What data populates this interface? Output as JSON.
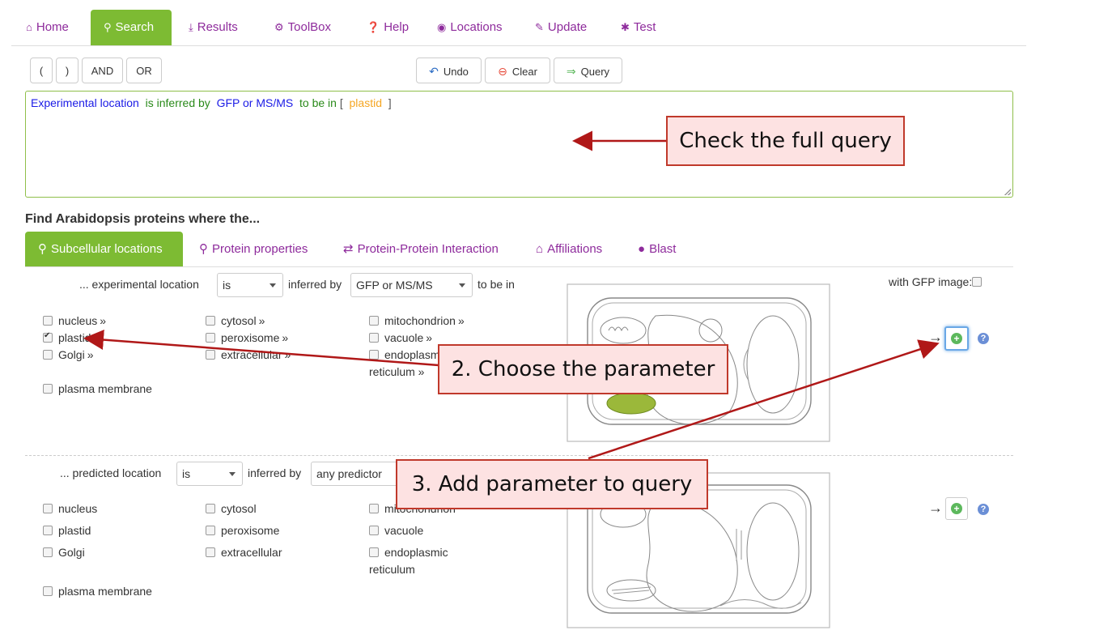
{
  "nav": [
    {
      "label": "Home",
      "icon": "home-icon",
      "glyph": "⌂"
    },
    {
      "label": "Search",
      "icon": "search-icon",
      "glyph": "⚲",
      "active": true
    },
    {
      "label": "Results",
      "icon": "download-icon",
      "glyph": "⤓"
    },
    {
      "label": "ToolBox",
      "icon": "gears-icon",
      "glyph": "⚙"
    },
    {
      "label": "Help",
      "icon": "question-icon",
      "glyph": "❓"
    },
    {
      "label": "Locations",
      "icon": "globe-icon",
      "glyph": "◉"
    },
    {
      "label": "Update",
      "icon": "pencil-icon",
      "glyph": "✎"
    },
    {
      "label": "Test",
      "icon": "bug-icon",
      "glyph": "✱"
    }
  ],
  "toolbar": {
    "open_paren": "(",
    "close_paren": ")",
    "and": "AND",
    "or": "OR",
    "undo": "Undo",
    "clear": "Clear",
    "query": "Query"
  },
  "query": {
    "field": "Experimental location",
    "verb": "is inferred by",
    "method": "GFP or MS/MS",
    "tobe": "to be in",
    "open": "[",
    "value": "plastid",
    "close": "]"
  },
  "section_title": "Find Arabidopsis proteins where the...",
  "subtabs": [
    {
      "label": "Subcellular locations",
      "glyph": "⚲",
      "active": true
    },
    {
      "label": "Protein properties",
      "glyph": "⚲"
    },
    {
      "label": "Protein-Protein Interaction",
      "glyph": "⇄"
    },
    {
      "label": "Affiliations",
      "glyph": "⌂"
    },
    {
      "label": "Blast",
      "glyph": "●"
    }
  ],
  "experimental": {
    "prefix": "... experimental location",
    "is_select": "is",
    "inferred_by": "inferred by",
    "method_select": "GFP or MS/MS",
    "tobe": "to be in",
    "gfp_image": "with GFP image:",
    "locations": [
      {
        "label": "nucleus",
        "chev": "»",
        "checked": false
      },
      {
        "label": "plastid",
        "chev": "»",
        "checked": true
      },
      {
        "label": "Golgi",
        "chev": "»",
        "checked": false
      },
      {
        "label": "plasma membrane",
        "chev": "",
        "checked": false
      },
      {
        "label": "cytosol",
        "chev": "»",
        "checked": false
      },
      {
        "label": "peroxisome",
        "chev": "»",
        "checked": false
      },
      {
        "label": "extracellular",
        "chev": "»",
        "checked": false
      },
      {
        "label": "mitochondrion",
        "chev": "»",
        "checked": false
      },
      {
        "label": "vacuole",
        "chev": "»",
        "checked": false
      },
      {
        "label": "endoplasmic",
        "chev": "",
        "checked": false
      }
    ],
    "er_second_line": "reticulum »",
    "arrow": "→",
    "help": "?"
  },
  "predicted": {
    "prefix": "... predicted location",
    "is_select": "is",
    "inferred_by": "inferred by",
    "predictor_select": "any predictor",
    "locations": [
      {
        "label": "nucleus"
      },
      {
        "label": "plastid"
      },
      {
        "label": "Golgi"
      },
      {
        "label": "plasma membrane"
      },
      {
        "label": "cytosol"
      },
      {
        "label": "peroxisome"
      },
      {
        "label": "extracellular"
      },
      {
        "label": "mitochondrion"
      },
      {
        "label": "vacuole"
      },
      {
        "label": "endoplasmic"
      }
    ],
    "er_second_line": "reticulum",
    "arrow": "→",
    "help": "?"
  },
  "callouts": {
    "check": "Check the full query",
    "choose": "2. Choose the parameter",
    "add": "3. Add parameter to query"
  },
  "colors": {
    "accent": "#7dbb33",
    "link": "#8e2b9c",
    "callout_border": "#c0392b",
    "callout_fill": "#fde2e2",
    "plastid": "#9bb83a"
  }
}
